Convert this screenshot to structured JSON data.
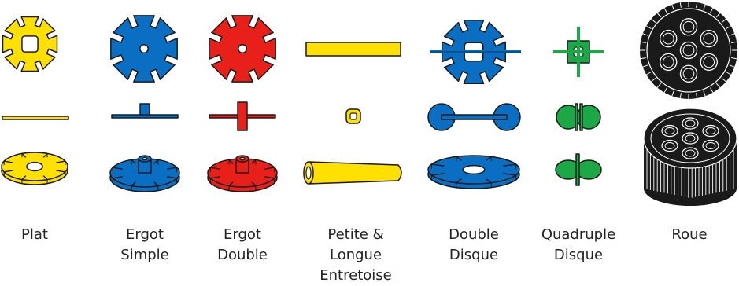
{
  "colors": {
    "yellow": "#FFE000",
    "blue": "#0A6FC2",
    "red": "#E8201A",
    "green": "#1DA847",
    "black": "#1a1a1a",
    "outline": "#1a1a1a"
  },
  "pieces": [
    {
      "id": "plat",
      "color": "yellow",
      "label_lines": [
        "Plat"
      ]
    },
    {
      "id": "ergot-simple",
      "color": "blue",
      "label_lines": [
        "Ergot",
        "Simple"
      ]
    },
    {
      "id": "ergot-double",
      "color": "red",
      "label_lines": [
        "Ergot",
        "Double"
      ]
    },
    {
      "id": "entretoise",
      "color": "yellow",
      "label_lines": [
        "Petite &",
        "Longue",
        "Entretoise"
      ]
    },
    {
      "id": "double-disque",
      "color": "blue",
      "label_lines": [
        "Double",
        "Disque"
      ]
    },
    {
      "id": "quadruple-disque",
      "color": "green",
      "label_lines": [
        "Quadruple",
        "Disque"
      ]
    },
    {
      "id": "roue",
      "color": "black",
      "label_lines": [
        "Roue"
      ]
    }
  ]
}
